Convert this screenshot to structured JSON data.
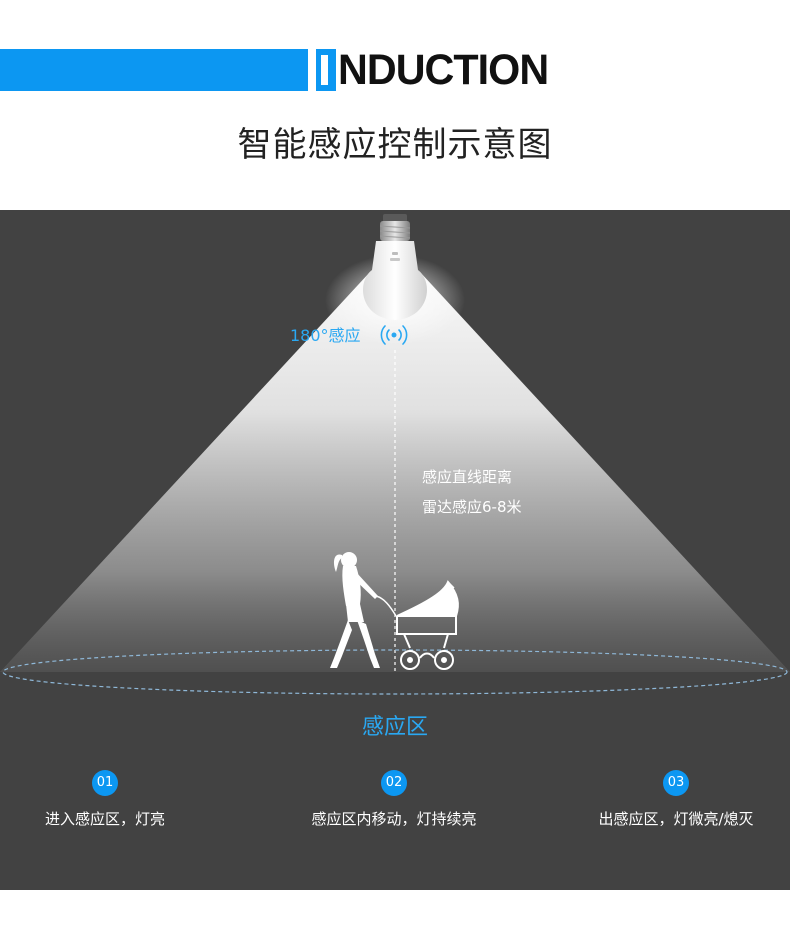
{
  "header": {
    "brand_word": "NDUCTION",
    "title": "智能感应控制示意图"
  },
  "diagram": {
    "sensor_angle_label": "180°感应",
    "distance_line1": "感应直线距离",
    "distance_line2": "雷达感应6-8米",
    "zone_label": "感应区"
  },
  "steps": [
    {
      "number": "01",
      "text": "进入感应区，灯亮"
    },
    {
      "number": "02",
      "text": "感应区内移动，灯持续亮"
    },
    {
      "number": "03",
      "text": "出感应区，灯微亮/熄灭"
    }
  ],
  "colors": {
    "accent_blue": "#0c97f2",
    "label_blue": "#2aa8f2",
    "stage_gray": "#424242"
  },
  "icons": [
    "radar-signal-icon",
    "light-bulb-icon",
    "woman-walking-icon",
    "baby-stroller-icon"
  ]
}
